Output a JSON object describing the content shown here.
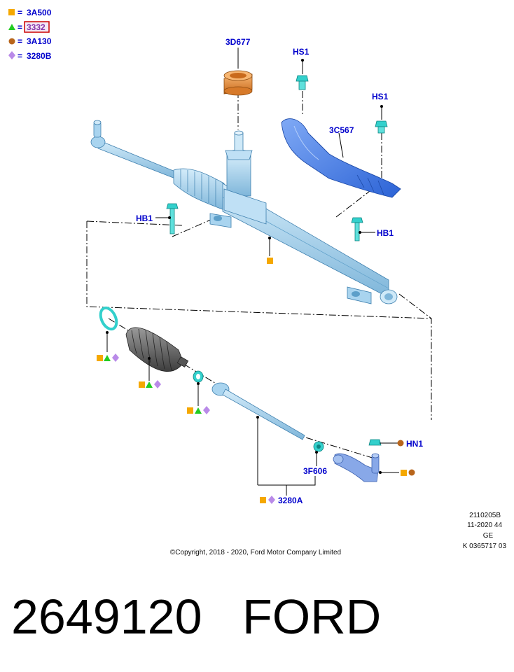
{
  "legend": {
    "items": [
      {
        "symbol": "square",
        "color": "#f5a800",
        "label": "3A500"
      },
      {
        "symbol": "triangle",
        "color": "#22cc22",
        "label": "3332"
      },
      {
        "symbol": "circle",
        "color": "#b8651b",
        "label": "3A130"
      },
      {
        "symbol": "diamond",
        "color": "#b98ae8",
        "label": "3280B"
      }
    ],
    "equals": "="
  },
  "callouts": {
    "c3d677": "3D677",
    "hs1_a": "HS1",
    "hs1_b": "HS1",
    "c3c567": "3C567",
    "hb1_left": "HB1",
    "hb1_right": "HB1",
    "hn1": "HN1",
    "c3f606": "3F606",
    "c3280a": "3280A"
  },
  "meta": {
    "line1": "2110205B",
    "line2": "11-2020 44",
    "line3": "GE",
    "line4": "K 0365717 03"
  },
  "copyright": "©Copyright, 2018 - 2020, Ford Motor Company Limited",
  "footer": {
    "part_number": "2649120",
    "brand": "FORD"
  },
  "colors": {
    "rack": "#a9d4ef",
    "rack_dark": "#5d9fc9",
    "bellows": "#6f6f6f",
    "bolt": "#33d0cc",
    "shield": "#3f7fe8",
    "seal": "#e8923a",
    "callout": "#0000cc",
    "highlight_box": "#cc0000"
  }
}
